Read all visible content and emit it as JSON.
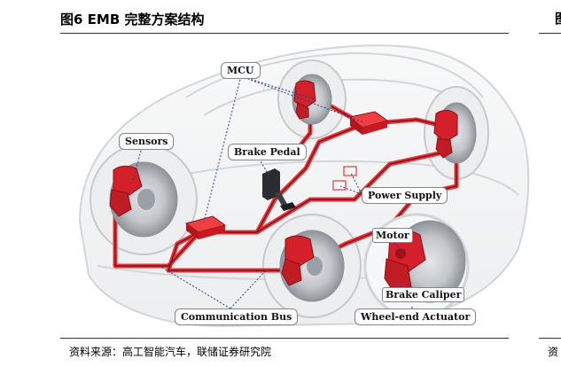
{
  "figure": {
    "title": "图6   EMB 完整方案结构",
    "source": "资料来源：高工智能汽车，联储证券研究院"
  },
  "labels": {
    "mcu": "MCU",
    "sensors": "Sensors",
    "brake_pedal": "Brake Pedal",
    "power_supply": "Power Supply",
    "motor": "Motor",
    "brake_caliper": "Brake Caliper",
    "communication_bus": "Communication Bus",
    "wheel_end_actuator": "Wheel-end Actuator"
  },
  "colors": {
    "caliper_red": "#d4202a",
    "bus_red": "#e8333b",
    "disc_grey": "#b9bcc0",
    "outline_grey": "#7f8790"
  },
  "right_cut": {
    "title_fragment": "图",
    "note_fragment": "资"
  }
}
